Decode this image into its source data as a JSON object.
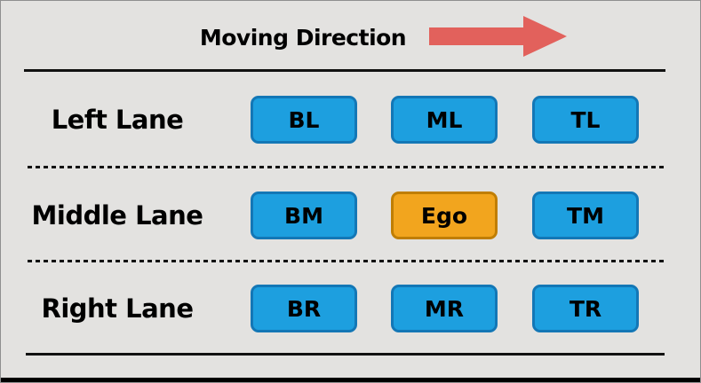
{
  "header": {
    "title": "Moving Direction",
    "arrow_icon": "right-arrow"
  },
  "lanes": [
    {
      "label": "Left Lane",
      "cells": [
        {
          "label": "BL"
        },
        {
          "label": "ML"
        },
        {
          "label": "TL"
        }
      ]
    },
    {
      "label": "Middle Lane",
      "cells": [
        {
          "label": "BM"
        },
        {
          "label": "Ego",
          "is_ego": true
        },
        {
          "label": "TM"
        }
      ]
    },
    {
      "label": "Right Lane",
      "cells": [
        {
          "label": "BR"
        },
        {
          "label": "MR"
        },
        {
          "label": "TR"
        }
      ]
    }
  ],
  "colors": {
    "background": "#e3e2e0",
    "vehicle_fill": "#1d9fdf",
    "vehicle_border": "#1377b6",
    "ego_fill": "#f2a51e",
    "ego_border": "#c07e04",
    "arrow": "#e2615c",
    "line": "#111111"
  }
}
